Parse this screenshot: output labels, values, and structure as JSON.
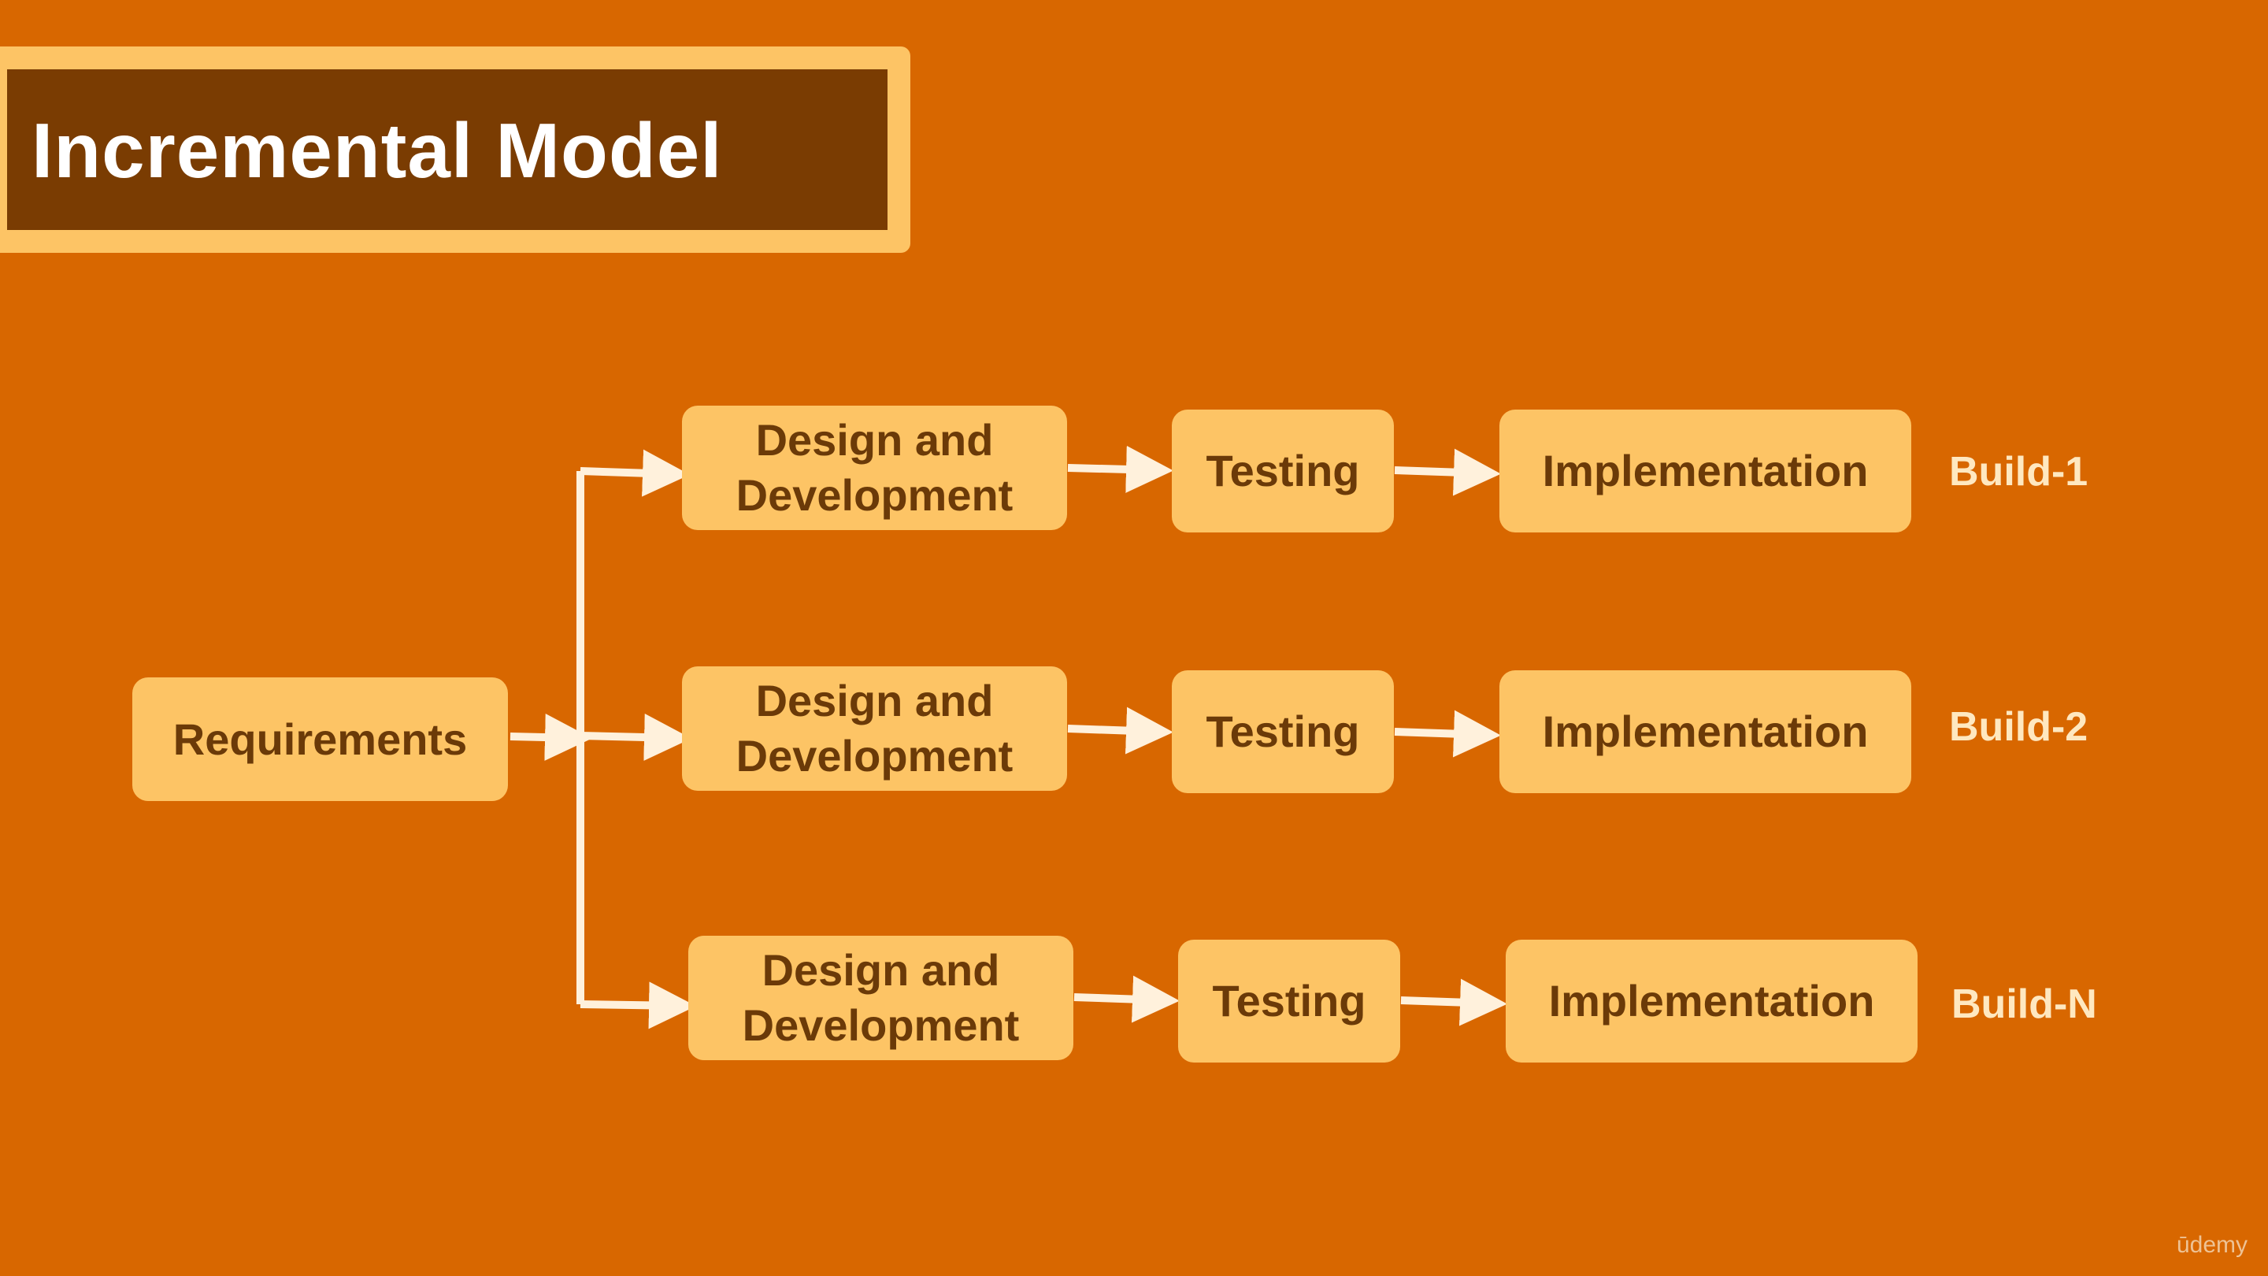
{
  "slide": {
    "title": "Incremental Model",
    "watermark": "ūdemy"
  },
  "diagram": {
    "start": {
      "label": "Requirements"
    },
    "builds": [
      {
        "design_line1": "Design and",
        "design_line2": "Development",
        "testing": "Testing",
        "implementation": "Implementation",
        "label": "Build-1"
      },
      {
        "design_line1": "Design and",
        "design_line2": "Development",
        "testing": "Testing",
        "implementation": "Implementation",
        "label": "Build-2"
      },
      {
        "design_line1": "Design and",
        "design_line2": "Development",
        "testing": "Testing",
        "implementation": "Implementation",
        "label": "Build-N"
      }
    ]
  },
  "colors": {
    "background": "#D86700",
    "box_fill": "#FDC465",
    "box_text": "#6B3A08",
    "title_fill": "#7A3C02",
    "title_border": "#FDC465",
    "arrow": "#FFF1DC"
  }
}
